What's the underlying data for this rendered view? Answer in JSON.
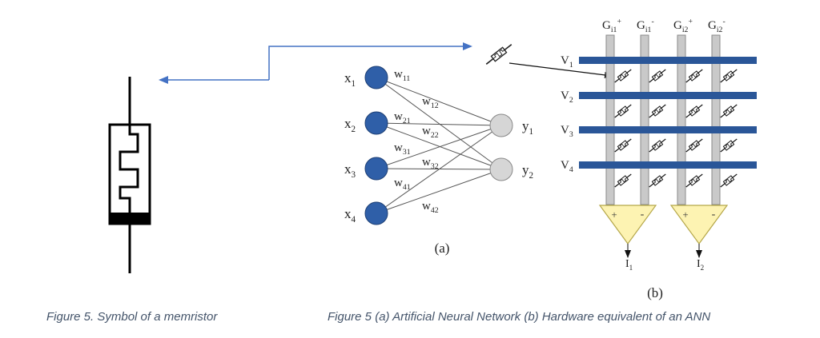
{
  "neural_network": {
    "inputs": [
      "x",
      "x",
      "x",
      "x"
    ],
    "input_subs": [
      "1",
      "2",
      "3",
      "4"
    ],
    "outputs": [
      "y",
      "y"
    ],
    "output_subs": [
      "1",
      "2"
    ],
    "weights": [
      {
        "base": "w",
        "sub": "11"
      },
      {
        "base": "w",
        "sub": "12"
      },
      {
        "base": "w",
        "sub": "21"
      },
      {
        "base": "w",
        "sub": "22"
      },
      {
        "base": "w",
        "sub": "31"
      },
      {
        "base": "w",
        "sub": "32"
      },
      {
        "base": "w",
        "sub": "41"
      },
      {
        "base": "w",
        "sub": "42"
      }
    ],
    "panel_label": "(a)",
    "node_color": "#2f5fa8",
    "output_color": "#d6d6d6"
  },
  "crossbar": {
    "columns": [
      {
        "base": "G",
        "sub": "i1",
        "sup": "+"
      },
      {
        "base": "G",
        "sub": "i1",
        "sup": "-"
      },
      {
        "base": "G",
        "sub": "i2",
        "sup": "+"
      },
      {
        "base": "G",
        "sub": "i2",
        "sup": "-"
      }
    ],
    "rows": [
      {
        "base": "V",
        "sub": "1"
      },
      {
        "base": "V",
        "sub": "2"
      },
      {
        "base": "V",
        "sub": "3"
      },
      {
        "base": "V",
        "sub": "4"
      }
    ],
    "amplifiers": [
      {
        "plus": "+",
        "minus": "-"
      },
      {
        "plus": "+",
        "minus": "-"
      }
    ],
    "outputs": [
      {
        "base": "I",
        "sub": "1"
      },
      {
        "base": "I",
        "sub": "2"
      }
    ],
    "panel_label": "(b)",
    "bar_color": "#2a5698",
    "amp_color": "#fdf3b2"
  },
  "arrow_color": "#4472c4",
  "captions": {
    "left": "Figure 5. Symbol of a memristor",
    "right": "Figure 5 (a) Artificial Neural Network  (b) Hardware equivalent of an ANN"
  }
}
